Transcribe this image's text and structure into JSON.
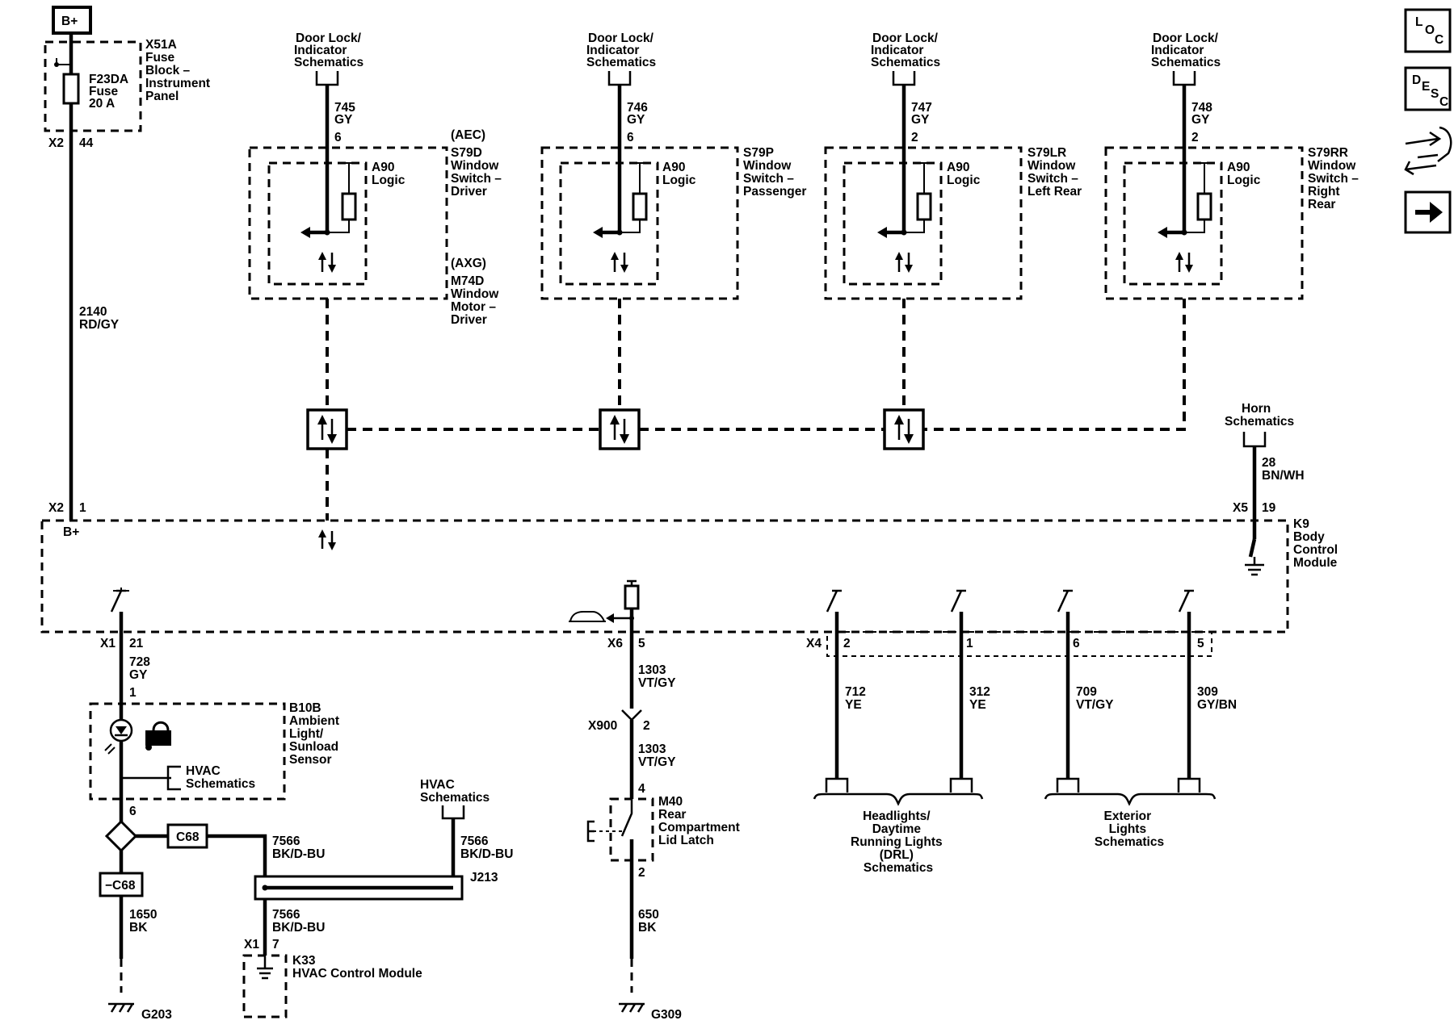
{
  "top_bar": {
    "bplus": "B+",
    "fuse_block": [
      "X51A",
      "Fuse",
      "Block –",
      "Instrument",
      "Panel"
    ],
    "fuse": [
      "F23DA",
      "Fuse",
      "20 A"
    ],
    "x2_44": [
      "X2",
      "44"
    ],
    "wire_2140": [
      "2140",
      "RD/GY"
    ]
  },
  "switches": [
    {
      "ref": [
        "Door Lock/",
        "Indicator",
        "Schematics"
      ],
      "wire": [
        "745",
        "GY"
      ],
      "pin": "6",
      "logic": [
        "A90",
        "Logic"
      ],
      "name": [
        "S79D",
        "Window",
        "Switch –",
        "Driver"
      ],
      "tag_top": "(AEC)",
      "tag_bottom": "(AXG)",
      "motor": [
        "M74D",
        "Window",
        "Motor –",
        "Driver"
      ]
    },
    {
      "ref": [
        "Door Lock/",
        "Indicator",
        "Schematics"
      ],
      "wire": [
        "746",
        "GY"
      ],
      "pin": "6",
      "logic": [
        "A90",
        "Logic"
      ],
      "name": [
        "S79P",
        "Window",
        "Switch –",
        "Passenger"
      ]
    },
    {
      "ref": [
        "Door Lock/",
        "Indicator",
        "Schematics"
      ],
      "wire": [
        "747",
        "GY"
      ],
      "pin": "2",
      "logic": [
        "A90",
        "Logic"
      ],
      "name": [
        "S79LR",
        "Window",
        "Switch –",
        "Left Rear"
      ]
    },
    {
      "ref": [
        "Door Lock/",
        "Indicator",
        "Schematics"
      ],
      "wire": [
        "748",
        "GY"
      ],
      "pin": "2",
      "logic": [
        "A90",
        "Logic"
      ],
      "name": [
        "S79RR",
        "Window",
        "Switch –",
        "Right",
        "Rear"
      ]
    }
  ],
  "horn": {
    "ref": [
      "Horn",
      "Schematics"
    ],
    "wire": [
      "28",
      "BN/WH"
    ],
    "conn": [
      "X5",
      "19"
    ]
  },
  "bcm": {
    "conn_left": [
      "X2",
      "1"
    ],
    "bplus": "B+",
    "name": [
      "K9",
      "Body",
      "Control",
      "Module"
    ]
  },
  "left_branch": {
    "conn": [
      "X1",
      "21"
    ],
    "wire_728": [
      "728",
      "GY"
    ],
    "pin1": "1",
    "sensor": [
      "B10B",
      "Ambient",
      "Light/",
      "Sunload",
      "Sensor"
    ],
    "hvac_ref": [
      "HVAC",
      "Schematics"
    ],
    "pin6": "6",
    "c68": "C68",
    "neg_c68": "−C68",
    "wire_1650": [
      "1650",
      "BK"
    ],
    "ground": "G203",
    "wire_7566_a": [
      "7566",
      "BK/D-BU"
    ],
    "wire_7566_b": [
      "7566",
      "BK/D-BU"
    ],
    "wire_7566_c": [
      "7566",
      "BK/D-BU"
    ],
    "hvac_ref2": [
      "HVAC",
      "Schematics"
    ],
    "splice": "J213",
    "k33_conn": [
      "X1",
      "7"
    ],
    "k33": [
      "K33",
      "HVAC Control Module"
    ]
  },
  "mid_branch": {
    "conn": [
      "X6",
      "5"
    ],
    "wire_1303a": [
      "1303",
      "VT/GY"
    ],
    "x900": [
      "X900",
      "2"
    ],
    "wire_1303b": [
      "1303",
      "VT/GY"
    ],
    "pin4": "4",
    "latch": [
      "M40",
      "Rear",
      "Compartment",
      "Lid Latch"
    ],
    "pin2": "2",
    "wire_650": [
      "650",
      "BK"
    ],
    "ground": "G309"
  },
  "right_outputs": {
    "conn": "X4",
    "pins": [
      "2",
      "1",
      "6",
      "5"
    ],
    "wires": [
      [
        "712",
        "YE"
      ],
      [
        "312",
        "YE"
      ],
      [
        "709",
        "VT/GY"
      ],
      [
        "309",
        "GY/BN"
      ]
    ],
    "ref_drl": [
      "Headlights/",
      "Daytime",
      "Running Lights",
      "(DRL)",
      "Schematics"
    ],
    "ref_ext": [
      "Exterior",
      "Lights",
      "Schematics"
    ]
  },
  "nav": {
    "loc": [
      "L",
      "O",
      "C"
    ],
    "desc": [
      "D",
      "E",
      "S",
      "C"
    ]
  },
  "icons": [
    "loc-icon",
    "desc-icon",
    "connector-diagnostic-icon",
    "next-arrow-icon",
    "arrow-up-down-icon",
    "ground-icon",
    "vehicle-icon",
    "lock-icon",
    "sun-sensor-icon"
  ]
}
